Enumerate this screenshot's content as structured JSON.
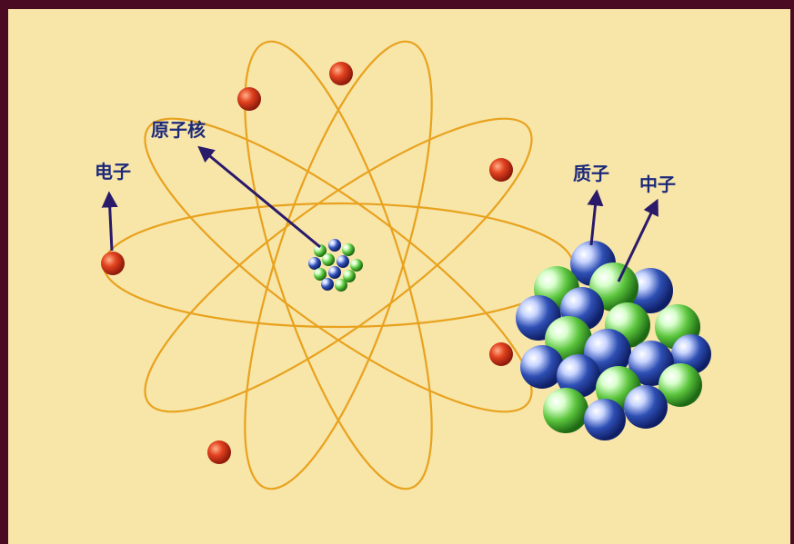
{
  "labels": {
    "electron": "电子",
    "nucleus": "原子核",
    "proton": "质子",
    "neutron": "中子"
  },
  "colors": {
    "frame": "#4a0a22",
    "background": "#f8e5a8",
    "orbit": "#e8a21e",
    "electron": "#d23a1e",
    "proton": "#2a4aa8",
    "neutron": "#56c43c",
    "label_text": "#1d2a7a",
    "arrow": "#2a1a6a"
  }
}
